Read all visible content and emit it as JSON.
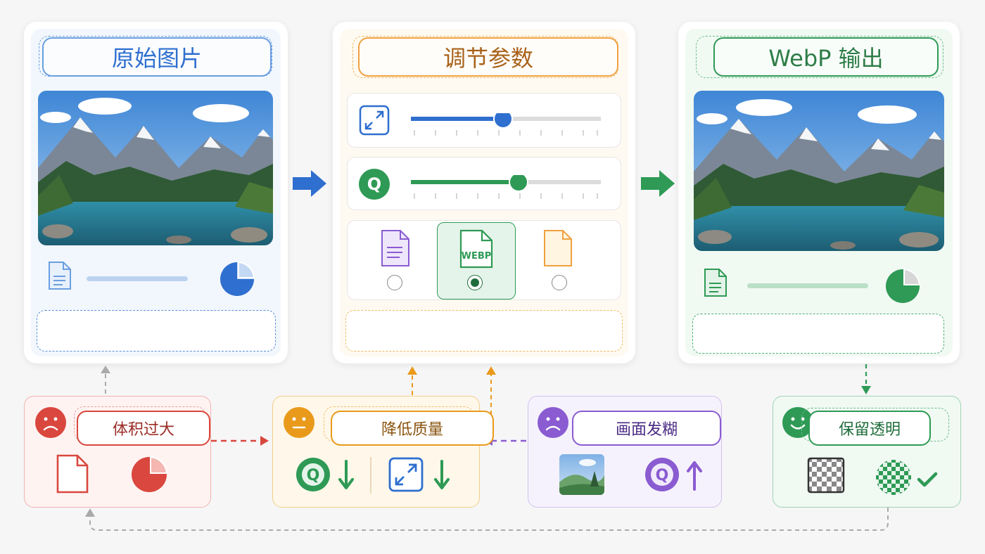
{
  "panels": {
    "original": {
      "title": "原始图片",
      "color": "#2f6fcf"
    },
    "params": {
      "title": "调节参数",
      "color": "#c8731a"
    },
    "output": {
      "title": "WebP 输出",
      "color": "#2e9a55"
    }
  },
  "params": {
    "resize_level": 0.48,
    "quality_level": 0.56,
    "formats": [
      "document",
      "webp",
      "image-file"
    ],
    "webp_badge": "WEBP",
    "selected_format": "webp"
  },
  "issues": [
    {
      "label": "体积过大",
      "face": "sad",
      "color": "#d9473e"
    },
    {
      "label": "降低质量",
      "face": "neutral",
      "color": "#e99a1b"
    },
    {
      "label": "画面发糊",
      "face": "sad",
      "color": "#8a5bd1"
    },
    {
      "label": "保留透明",
      "face": "happy",
      "color": "#2e9a55"
    }
  ],
  "pie": {
    "original_fill": 0.75,
    "output_fill": 0.75
  },
  "icons": [
    "document-icon",
    "pie-chart-icon",
    "resize-icon",
    "quality-icon",
    "arrow-right-icon",
    "arrow-down-icon",
    "arrow-up-icon",
    "transparency-icon",
    "check-icon"
  ]
}
